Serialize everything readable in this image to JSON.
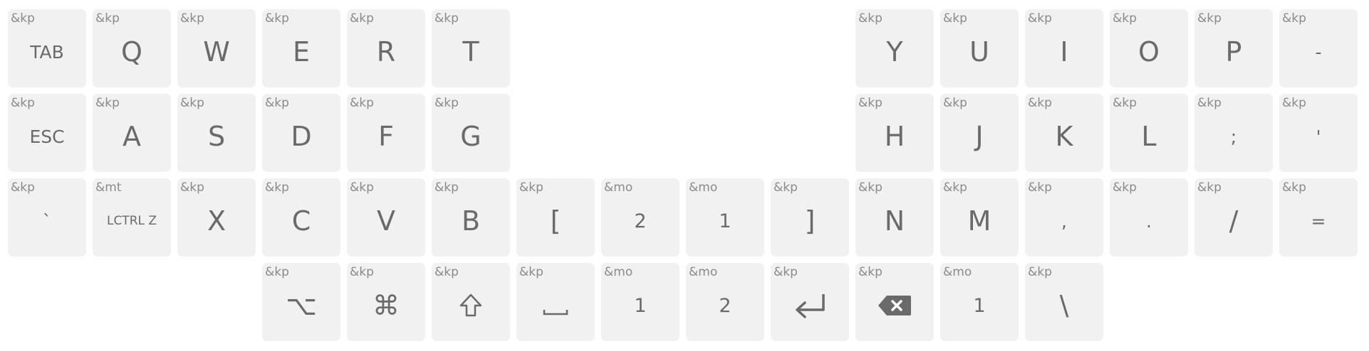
{
  "colors": {
    "key_bg": "#f1f1f1",
    "legend": "#6a6a6a",
    "type": "#8a8a8a",
    "background": "#ffffff"
  },
  "rows": [
    {
      "keys": [
        {
          "type": "&kp",
          "label": "TAB",
          "icon": ""
        },
        {
          "type": "&kp",
          "label": "Q",
          "icon": ""
        },
        {
          "type": "&kp",
          "label": "W",
          "icon": ""
        },
        {
          "type": "&kp",
          "label": "E",
          "icon": ""
        },
        {
          "type": "&kp",
          "label": "R",
          "icon": ""
        },
        {
          "type": "&kp",
          "label": "T",
          "icon": ""
        },
        {
          "type": "&kp",
          "label": "Y",
          "icon": ""
        },
        {
          "type": "&kp",
          "label": "U",
          "icon": ""
        },
        {
          "type": "&kp",
          "label": "I",
          "icon": ""
        },
        {
          "type": "&kp",
          "label": "O",
          "icon": ""
        },
        {
          "type": "&kp",
          "label": "P",
          "icon": ""
        },
        {
          "type": "&kp",
          "label": "-",
          "icon": ""
        }
      ]
    },
    {
      "keys": [
        {
          "type": "&kp",
          "label": "ESC",
          "icon": ""
        },
        {
          "type": "&kp",
          "label": "A",
          "icon": ""
        },
        {
          "type": "&kp",
          "label": "S",
          "icon": ""
        },
        {
          "type": "&kp",
          "label": "D",
          "icon": ""
        },
        {
          "type": "&kp",
          "label": "F",
          "icon": ""
        },
        {
          "type": "&kp",
          "label": "G",
          "icon": ""
        },
        {
          "type": "&kp",
          "label": "H",
          "icon": ""
        },
        {
          "type": "&kp",
          "label": "J",
          "icon": ""
        },
        {
          "type": "&kp",
          "label": "K",
          "icon": ""
        },
        {
          "type": "&kp",
          "label": "L",
          "icon": ""
        },
        {
          "type": "&kp",
          "label": ";",
          "icon": ""
        },
        {
          "type": "&kp",
          "label": "'",
          "icon": ""
        }
      ]
    },
    {
      "keys": [
        {
          "type": "&kp",
          "label": "`",
          "icon": ""
        },
        {
          "type": "&mt",
          "label": "LCTRL Z",
          "icon": ""
        },
        {
          "type": "&kp",
          "label": "X",
          "icon": ""
        },
        {
          "type": "&kp",
          "label": "C",
          "icon": ""
        },
        {
          "type": "&kp",
          "label": "V",
          "icon": ""
        },
        {
          "type": "&kp",
          "label": "B",
          "icon": ""
        },
        {
          "type": "&kp",
          "label": "[",
          "icon": ""
        },
        {
          "type": "&mo",
          "label": "2",
          "icon": ""
        },
        {
          "type": "&mo",
          "label": "1",
          "icon": ""
        },
        {
          "type": "&kp",
          "label": "]",
          "icon": ""
        },
        {
          "type": "&kp",
          "label": "N",
          "icon": ""
        },
        {
          "type": "&kp",
          "label": "M",
          "icon": ""
        },
        {
          "type": "&kp",
          "label": ",",
          "icon": ""
        },
        {
          "type": "&kp",
          "label": ".",
          "icon": ""
        },
        {
          "type": "&kp",
          "label": "/",
          "icon": ""
        },
        {
          "type": "&kp",
          "label": "=",
          "icon": ""
        }
      ]
    },
    {
      "keys": [
        {
          "type": "&kp",
          "label": "⌥",
          "icon": "option-icon"
        },
        {
          "type": "&kp",
          "label": "⌘",
          "icon": "command-icon"
        },
        {
          "type": "&kp",
          "label": "",
          "icon": "shift-icon"
        },
        {
          "type": "&kp",
          "label": "",
          "icon": "space-icon"
        },
        {
          "type": "&mo",
          "label": "1",
          "icon": ""
        },
        {
          "type": "&mo",
          "label": "2",
          "icon": ""
        },
        {
          "type": "&kp",
          "label": "",
          "icon": "enter-icon"
        },
        {
          "type": "&kp",
          "label": "",
          "icon": "backspace-icon"
        },
        {
          "type": "&mo",
          "label": "1",
          "icon": ""
        },
        {
          "type": "&kp",
          "label": "\\",
          "icon": ""
        }
      ]
    }
  ]
}
